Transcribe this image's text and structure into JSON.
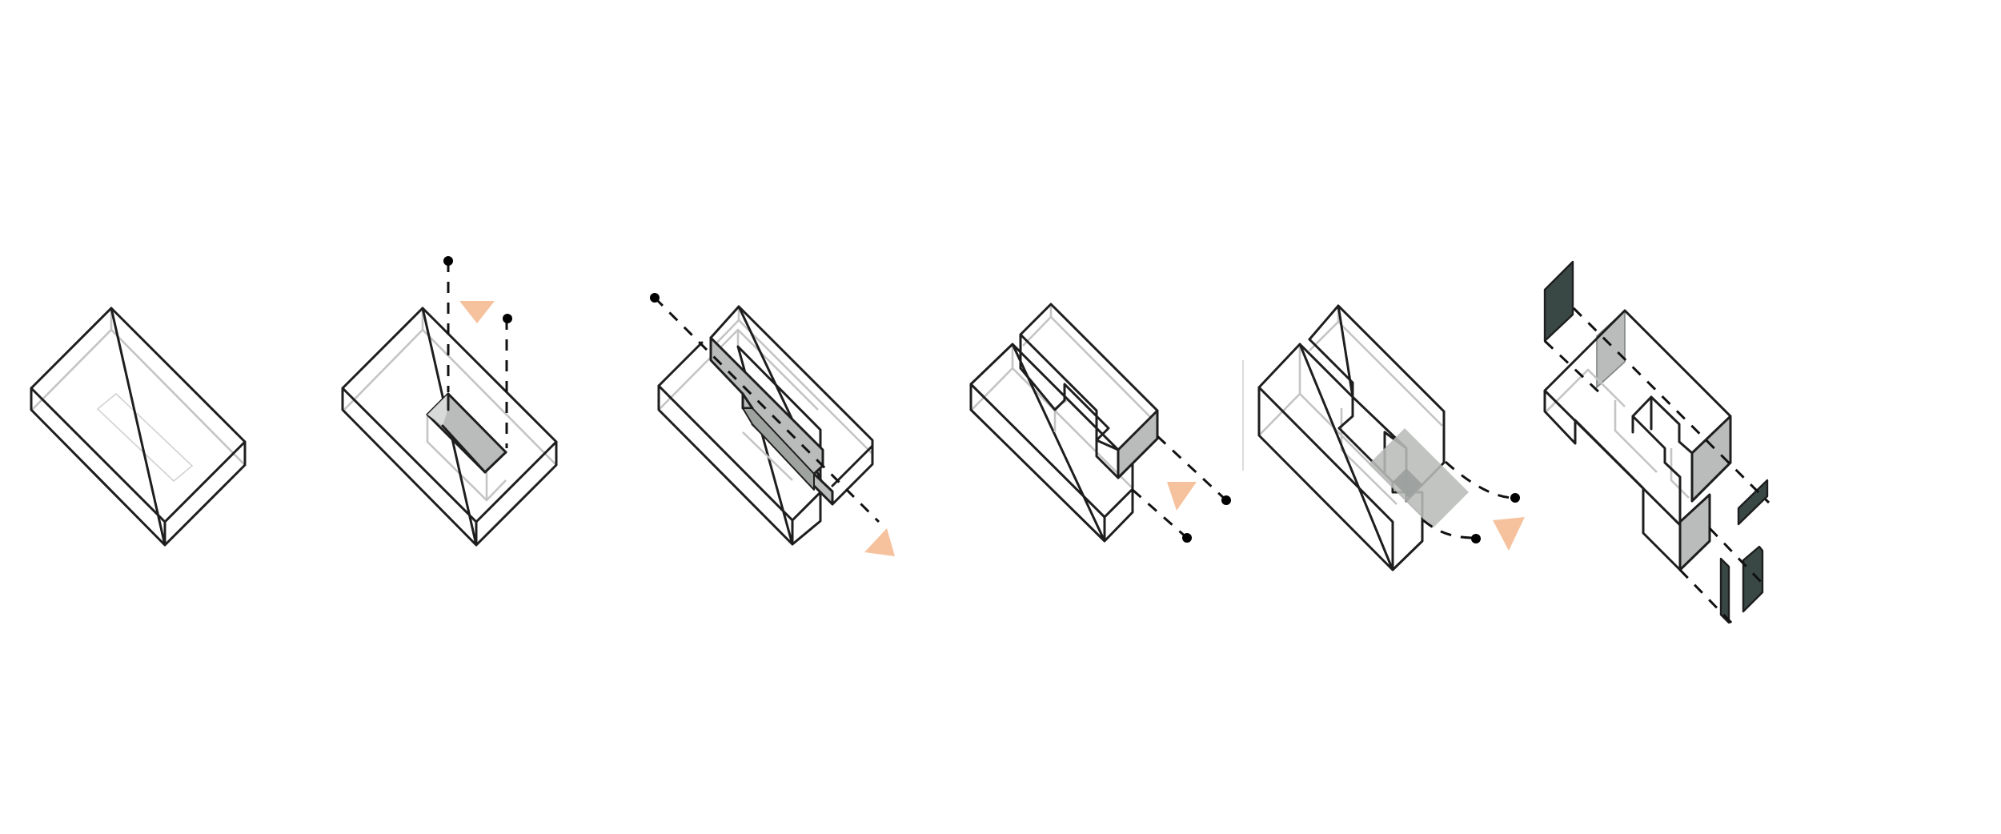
{
  "diagram": {
    "type": "isometric-massing-sequence",
    "steps": [
      {
        "id": 1,
        "shape": "plain-box"
      },
      {
        "id": 2,
        "shape": "box-with-carved-core",
        "move": "vertical-extract"
      },
      {
        "id": 3,
        "shape": "box-split-diagonal",
        "move": "diagonal-slide"
      },
      {
        "id": 4,
        "shape": "u-shaped-pair",
        "move": "shift-back"
      },
      {
        "id": 5,
        "shape": "offset-blocks-with-court",
        "move": "curved-shift"
      },
      {
        "id": 6,
        "shape": "exploded-facade-panels",
        "move": "panel-extraction"
      }
    ],
    "colors": {
      "edge": "#1e1e1e",
      "hidden_edge": "#c4c4c4",
      "cut_fill": "#b9bcba",
      "cut_fill_light": "#c3c7c5",
      "movement_arrow": "#f6c29d",
      "facade_panel": "#394745"
    }
  }
}
